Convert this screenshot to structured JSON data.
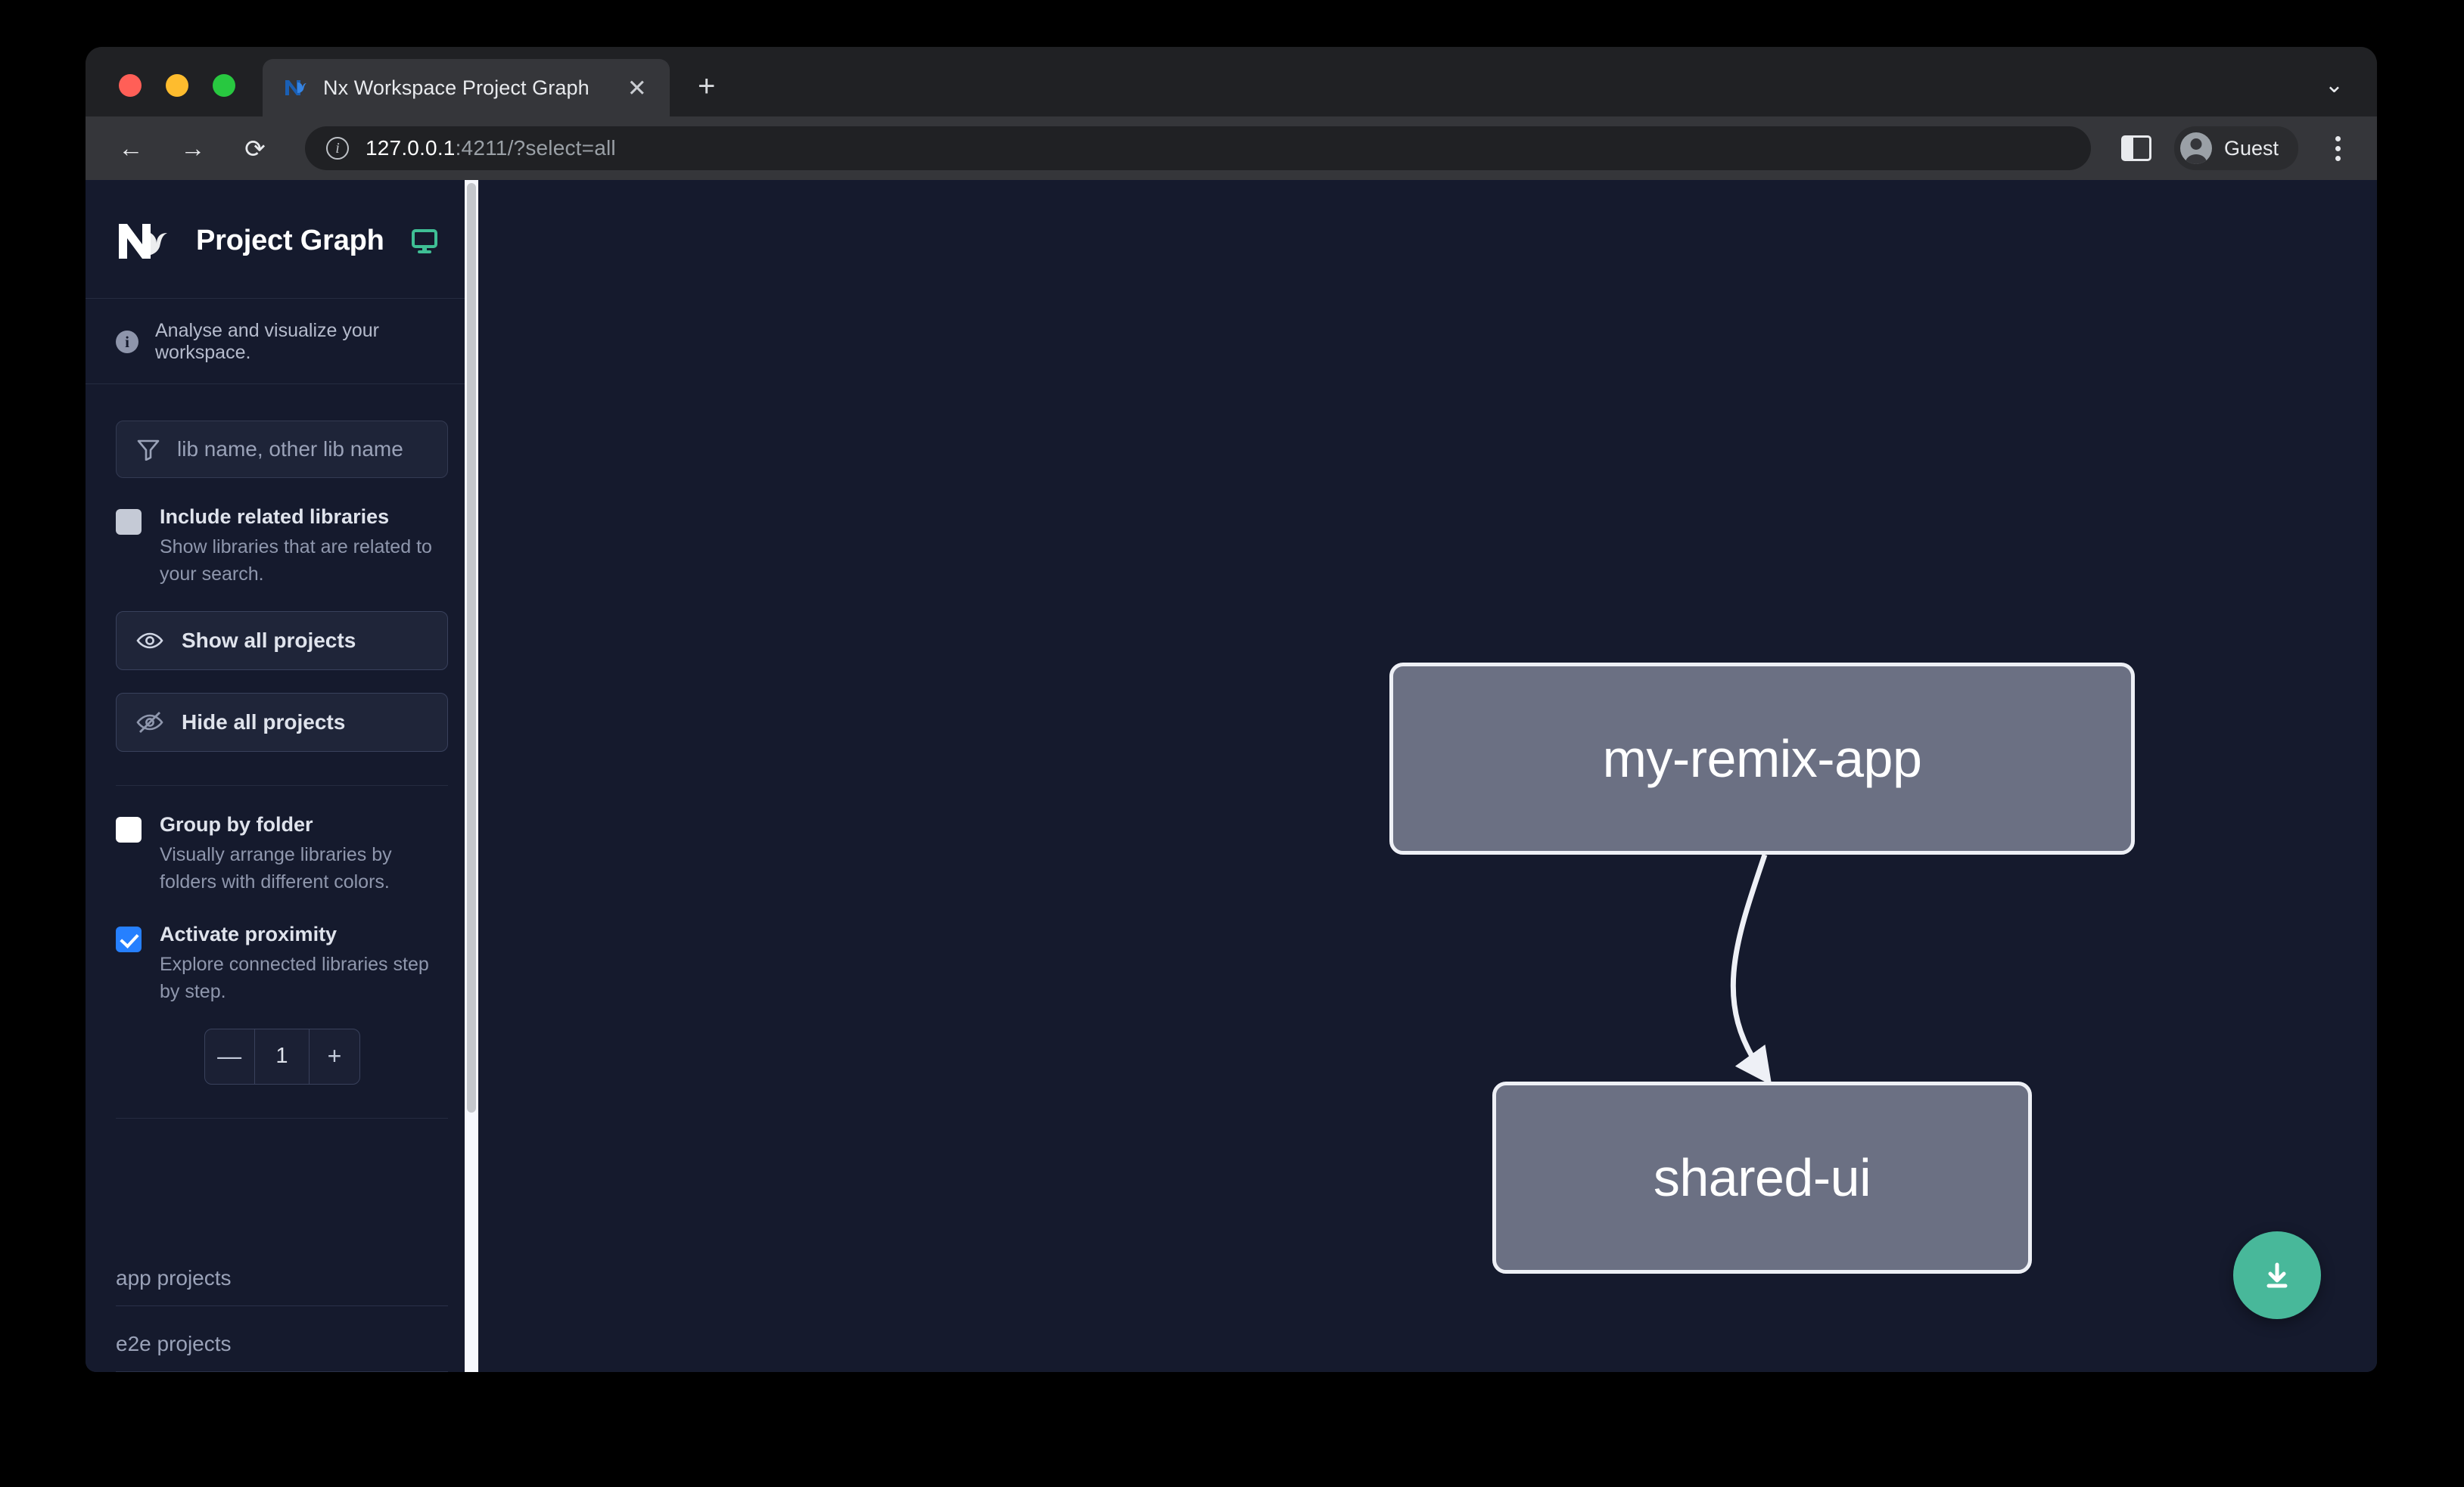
{
  "browser": {
    "tab": {
      "title": "Nx Workspace Project Graph",
      "favicon_icon": "nx-favicon-icon",
      "close_icon": "close-icon"
    },
    "new_tab_label": "+",
    "tab_list_chevron_icon": "chevron-down-icon",
    "nav": {
      "back_icon": "arrow-left-icon",
      "forward_icon": "arrow-right-icon",
      "reload_icon": "reload-icon"
    },
    "omnibox": {
      "site_info_icon": "info-circle-icon",
      "url_host": "127.0.0.1",
      "url_rest": ":4211/?select=all"
    },
    "side_panel_icon": "side-panel-icon",
    "profile": {
      "label": "Guest",
      "avatar_icon": "person-avatar-icon"
    },
    "menu_icon": "kebab-menu-icon",
    "window_controls": [
      "close",
      "minimize",
      "maximize"
    ]
  },
  "sidebar": {
    "logo_icon": "nx-logo-icon",
    "title": "Project Graph",
    "monitor_icon": "monitor-icon",
    "note": {
      "icon": "info-icon",
      "text": "Analyse and visualize your workspace."
    },
    "search": {
      "icon": "filter-funnel-icon",
      "placeholder": "lib name, other lib name",
      "value": ""
    },
    "options": [
      {
        "id": "include-related-libraries",
        "label": "Include related libraries",
        "description": "Show libraries that are related to your search.",
        "checked": false,
        "checkbox_style": "gray"
      },
      {
        "id": "group-by-folder",
        "label": "Group by folder",
        "description": "Visually arrange libraries by folders with different colors.",
        "checked": false,
        "checkbox_style": "white"
      },
      {
        "id": "activate-proximity",
        "label": "Activate proximity",
        "description": "Explore connected libraries step by step.",
        "checked": true,
        "checkbox_style": "blue"
      }
    ],
    "buttons": [
      {
        "id": "show-all-projects",
        "label": "Show all projects",
        "icon": "eye-icon"
      },
      {
        "id": "hide-all-projects",
        "label": "Hide all projects",
        "icon": "eye-off-icon"
      }
    ],
    "stepper": {
      "decrement_label": "—",
      "value": "1",
      "increment_label": "+"
    },
    "sections": [
      {
        "id": "app-projects",
        "label": "app projects"
      },
      {
        "id": "e2e-projects",
        "label": "e2e projects"
      }
    ],
    "scrollbar": {
      "thumb_position_percent": 0
    }
  },
  "graph": {
    "nodes": [
      {
        "id": "my-remix-app",
        "label": "my-remix-app"
      },
      {
        "id": "shared-ui",
        "label": "shared-ui"
      }
    ],
    "edges": [
      {
        "from": "my-remix-app",
        "to": "shared-ui",
        "arrow": true
      }
    ],
    "download_button": {
      "icon": "download-icon",
      "color": "#48b89a"
    },
    "colors": {
      "canvas_background": "#151a2d",
      "node_fill": "#6b7083",
      "node_border": "#eef0f6",
      "edge": "#eef0f6"
    }
  }
}
